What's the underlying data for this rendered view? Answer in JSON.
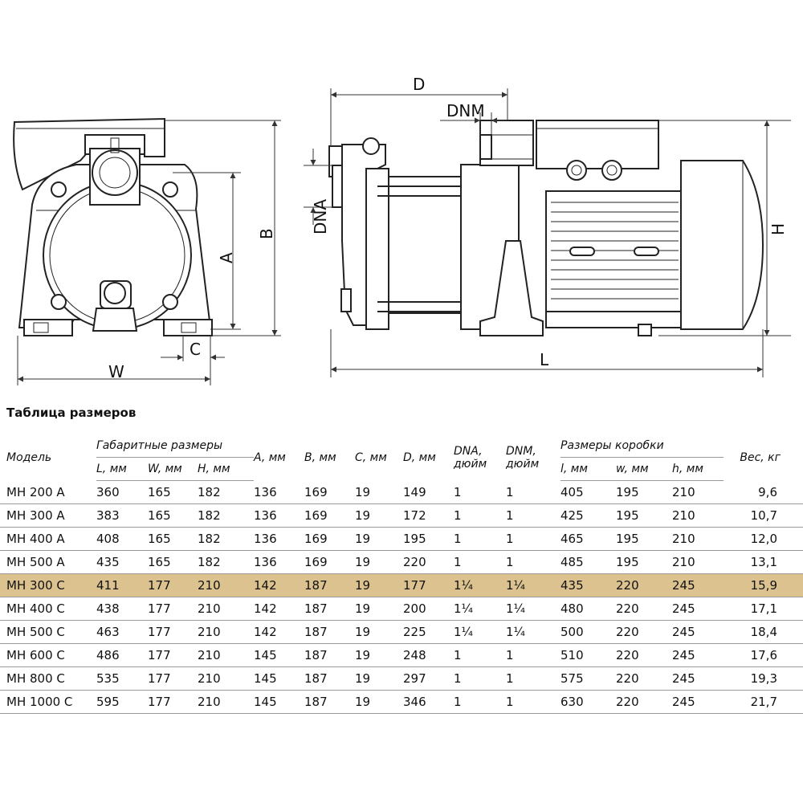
{
  "drawing": {
    "labels": {
      "W": "W",
      "C": "C",
      "A": "A",
      "B": "B",
      "D": "D",
      "DNM": "DNM",
      "DNA": "DNA",
      "H": "H",
      "L": "L"
    }
  },
  "table": {
    "title": "Таблица размеров",
    "headers": {
      "model": "Модель",
      "gab_group": "Габаритные размеры",
      "L": "L, мм",
      "W": "W, мм",
      "H": "H, мм",
      "A": "A, мм",
      "B": "B, мм",
      "C": "C, мм",
      "D": "D, мм",
      "DNA_1": "DNA,",
      "DNA_2": "дюйм",
      "DNM_1": "DNM,",
      "DNM_2": "дюйм",
      "box_group": "Размеры коробки",
      "l": "l, мм",
      "w": "w, мм",
      "h": "h, мм",
      "weight": "Вес, кг"
    },
    "highlight_color": "#dcc28f",
    "rows": [
      {
        "model": "MH 200 A",
        "L": "360",
        "W": "165",
        "H": "182",
        "A": "136",
        "B": "169",
        "C": "19",
        "D": "149",
        "DNA": "1",
        "DNM": "1",
        "l": "405",
        "w": "195",
        "h": "210",
        "weight": "9,6"
      },
      {
        "model": "MH 300 A",
        "L": "383",
        "W": "165",
        "H": "182",
        "A": "136",
        "B": "169",
        "C": "19",
        "D": "172",
        "DNA": "1",
        "DNM": "1",
        "l": "425",
        "w": "195",
        "h": "210",
        "weight": "10,7"
      },
      {
        "model": "MH 400 A",
        "L": "408",
        "W": "165",
        "H": "182",
        "A": "136",
        "B": "169",
        "C": "19",
        "D": "195",
        "DNA": "1",
        "DNM": "1",
        "l": "465",
        "w": "195",
        "h": "210",
        "weight": "12,0"
      },
      {
        "model": "MH 500 A",
        "L": "435",
        "W": "165",
        "H": "182",
        "A": "136",
        "B": "169",
        "C": "19",
        "D": "220",
        "DNA": "1",
        "DNM": "1",
        "l": "485",
        "w": "195",
        "h": "210",
        "weight": "13,1"
      },
      {
        "model": "MH 300 C",
        "L": "411",
        "W": "177",
        "H": "210",
        "A": "142",
        "B": "187",
        "C": "19",
        "D": "177",
        "DNA": "1¼",
        "DNM": "1¼",
        "l": "435",
        "w": "220",
        "h": "245",
        "weight": "15,9",
        "highlight": true
      },
      {
        "model": "MH 400 C",
        "L": "438",
        "W": "177",
        "H": "210",
        "A": "142",
        "B": "187",
        "C": "19",
        "D": "200",
        "DNA": "1¼",
        "DNM": "1¼",
        "l": "480",
        "w": "220",
        "h": "245",
        "weight": "17,1"
      },
      {
        "model": "MH 500 C",
        "L": "463",
        "W": "177",
        "H": "210",
        "A": "142",
        "B": "187",
        "C": "19",
        "D": "225",
        "DNA": "1¼",
        "DNM": "1¼",
        "l": "500",
        "w": "220",
        "h": "245",
        "weight": "18,4"
      },
      {
        "model": "MH 600 C",
        "L": "486",
        "W": "177",
        "H": "210",
        "A": "145",
        "B": "187",
        "C": "19",
        "D": "248",
        "DNA": "1",
        "DNM": "1",
        "l": "510",
        "w": "220",
        "h": "245",
        "weight": "17,6"
      },
      {
        "model": "MH 800 C",
        "L": "535",
        "W": "177",
        "H": "210",
        "A": "145",
        "B": "187",
        "C": "19",
        "D": "297",
        "DNA": "1",
        "DNM": "1",
        "l": "575",
        "w": "220",
        "h": "245",
        "weight": "19,3"
      },
      {
        "model": "MH 1000 C",
        "L": "595",
        "W": "177",
        "H": "210",
        "A": "145",
        "B": "187",
        "C": "19",
        "D": "346",
        "DNA": "1",
        "DNM": "1",
        "l": "630",
        "w": "220",
        "h": "245",
        "weight": "21,7"
      }
    ]
  }
}
